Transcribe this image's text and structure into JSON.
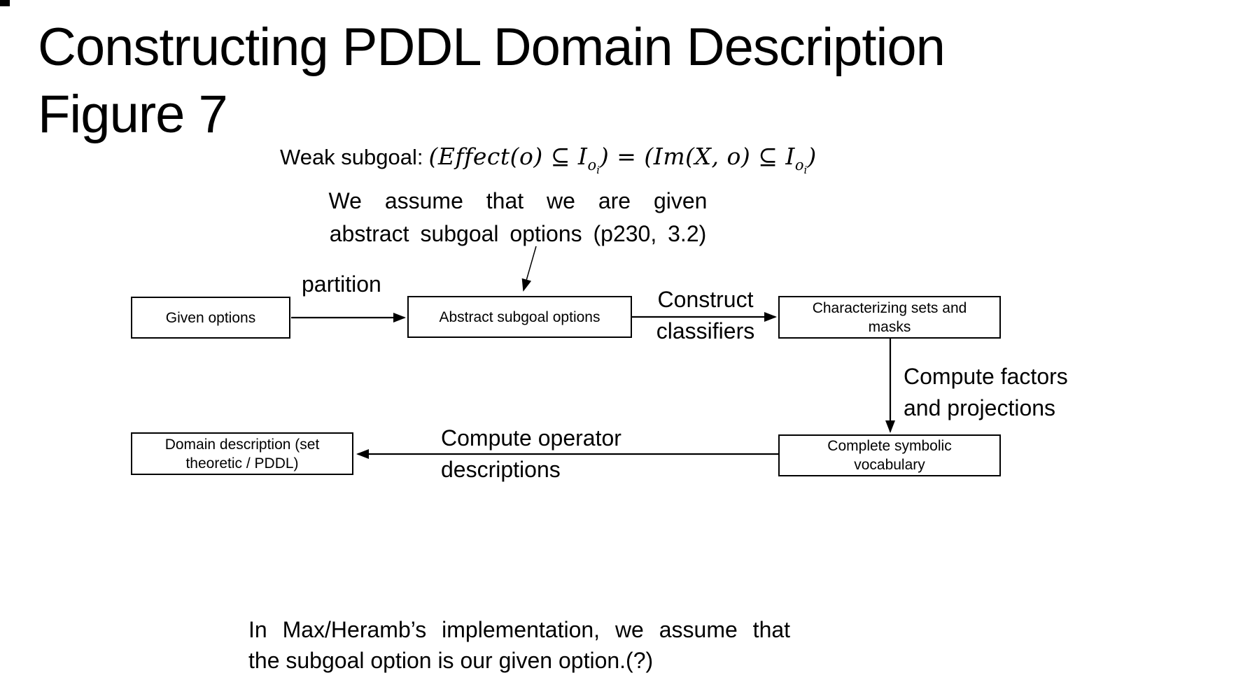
{
  "slide": {
    "title_line1": "Constructing PDDL Domain Description",
    "title_line2": "Figure 7"
  },
  "formula": {
    "label": "Weak subgoal:",
    "m1": "(Effect(o) ⊆ I",
    "sub1_o": "o",
    "sub1_i": "i",
    "m2": ") = (Im(X, o) ⊆ I",
    "sub2_o": "o",
    "sub2_i": "i",
    "m3": ")"
  },
  "annotation": {
    "line1": "We assume that we are given",
    "line2": "abstract subgoal options (p230, 3.2)"
  },
  "diagram": {
    "boxes": {
      "given": {
        "lines": [
          "Given options"
        ]
      },
      "abstract": {
        "lines": [
          "Abstract subgoal options"
        ]
      },
      "characterizing": {
        "lines": [
          "Characterizing sets and",
          "masks"
        ]
      },
      "complete": {
        "lines": [
          "Complete symbolic",
          "vocabulary"
        ]
      },
      "domain": {
        "lines": [
          "Domain description (set",
          "theoretic / PDDL)"
        ]
      }
    },
    "edge_labels": {
      "partition": {
        "lines": [
          "partition"
        ]
      },
      "construct": {
        "lines": [
          "Construct",
          "classifiers"
        ]
      },
      "factors": {
        "lines": [
          "Compute factors",
          "and projections"
        ]
      },
      "operator": {
        "lines": [
          "Compute operator",
          "descriptions"
        ]
      }
    }
  },
  "footer": {
    "line1": "In Max/Heramb’s implementation, we assume that",
    "line2": "the subgoal option is our given option.(?)"
  },
  "colors": {
    "background": "#ffffff",
    "text": "#000000",
    "box_border": "#000000",
    "arrow": "#000000"
  }
}
